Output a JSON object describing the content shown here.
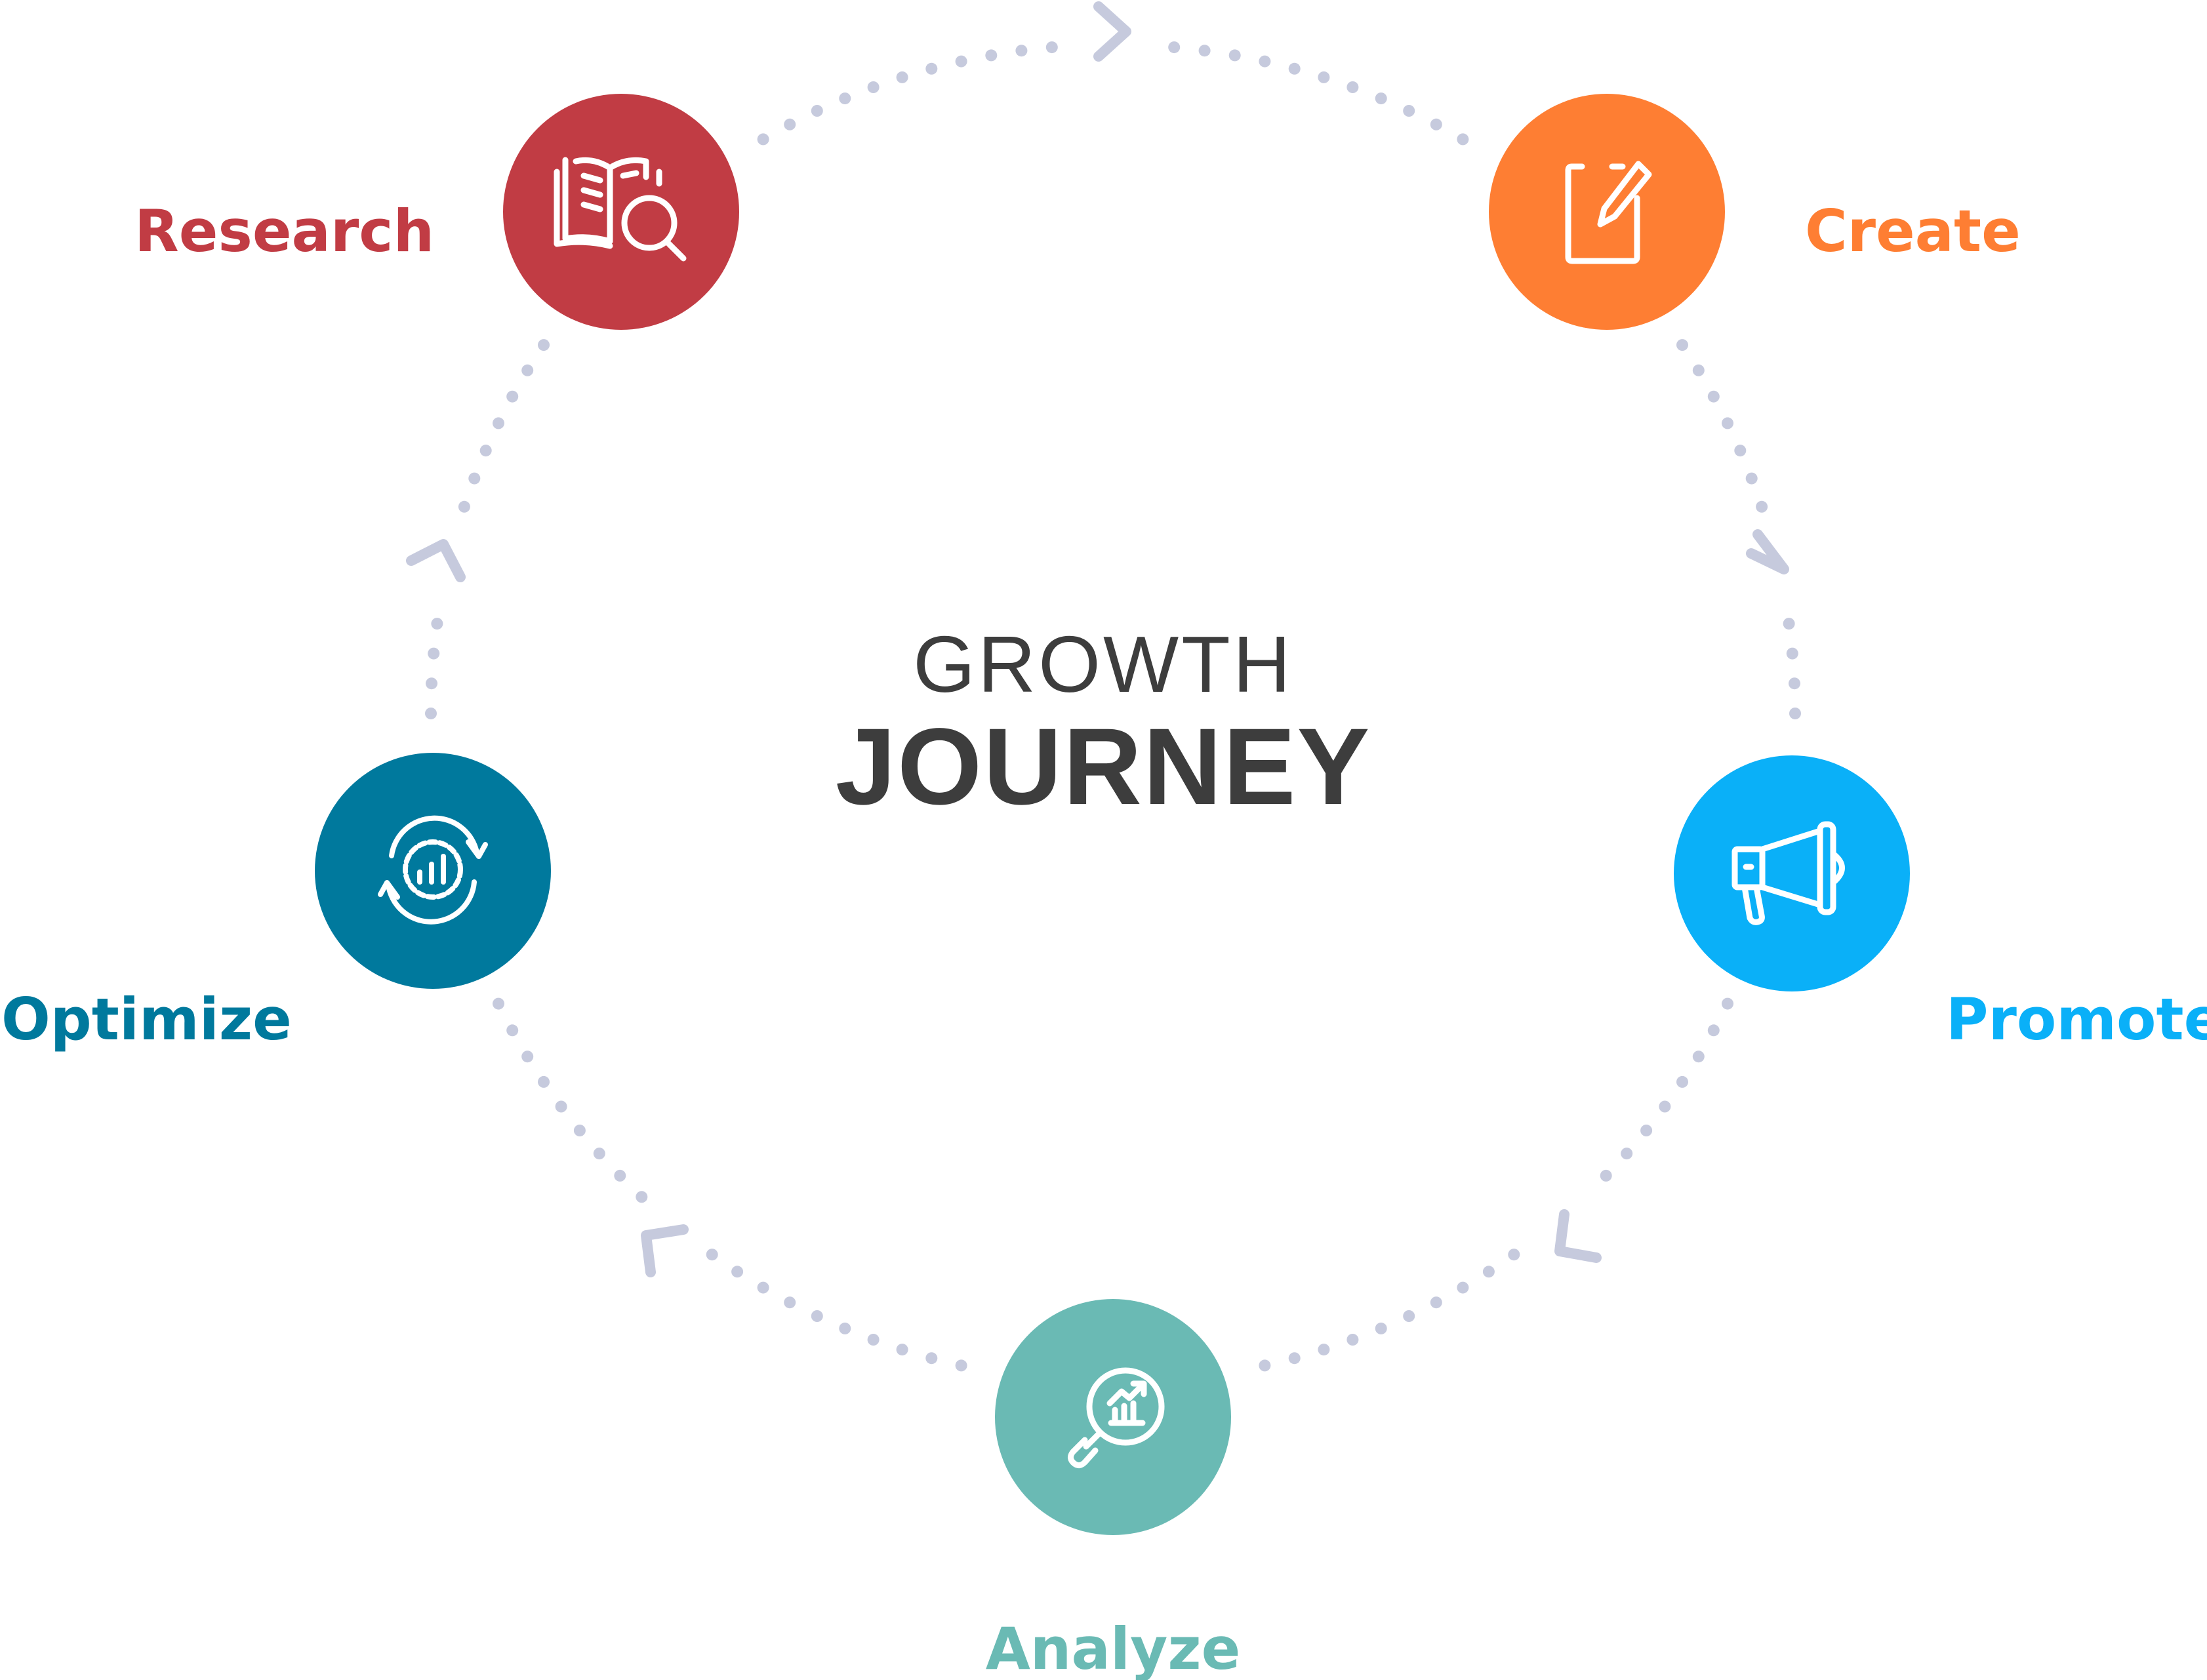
{
  "title": {
    "line1": "GROWTH",
    "line2": "JOURNEY"
  },
  "steps": [
    {
      "label": "Research",
      "color": "#c13c44",
      "icon": "book-search-icon"
    },
    {
      "label": "Create",
      "color": "#fe7e33",
      "icon": "notepad-pencil-icon"
    },
    {
      "label": "Promote",
      "color": "#0ab0f8",
      "icon": "megaphone-icon"
    },
    {
      "label": "Analyze",
      "color": "#6abab4",
      "icon": "magnifier-chart-icon"
    },
    {
      "label": "Optimize",
      "color": "#00799d",
      "icon": "gear-cycle-chart-icon"
    }
  ],
  "ring_color": "#c6cadd"
}
